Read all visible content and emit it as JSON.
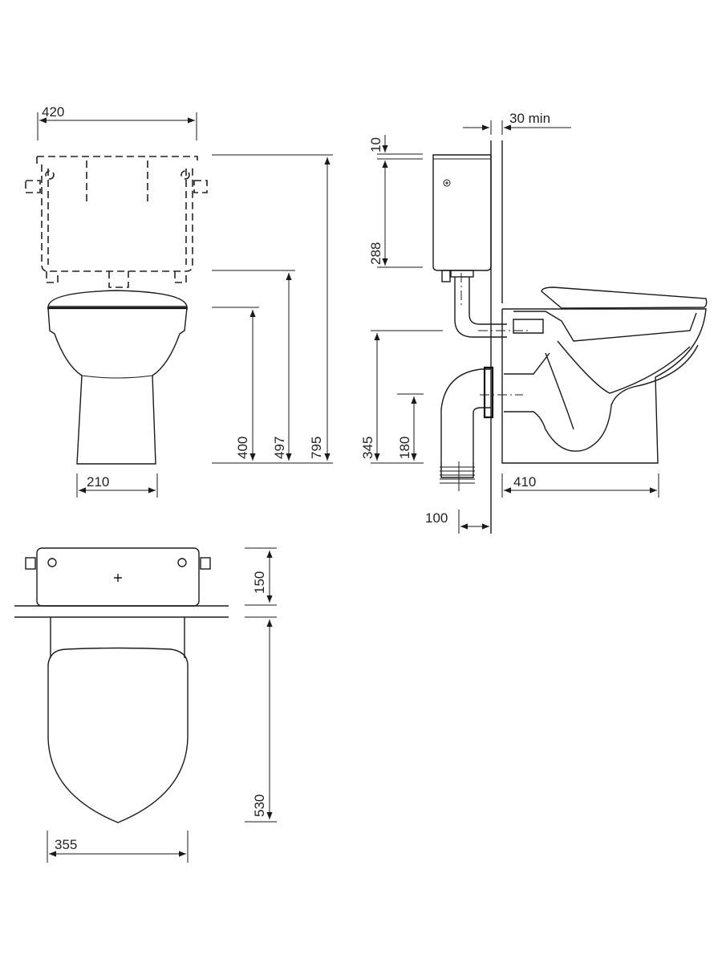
{
  "drawing": {
    "title": "Close-coupled toilet technical drawing",
    "views": [
      "front-view",
      "side-view",
      "top-view"
    ],
    "units": "mm",
    "line_color": "#1a1a1a",
    "background": "#ffffff"
  },
  "front_view": {
    "dimensions": {
      "cistern_width": "420",
      "pan_base_width": "210",
      "seat_height": "400",
      "cistern_bottom_height": "497",
      "overall_height": "795"
    }
  },
  "side_view": {
    "dimensions": {
      "wall_clearance": "30 min",
      "lid_thickness": "10",
      "cistern_height": "288",
      "inlet_height": "345",
      "outlet_height": "180",
      "pan_depth": "410",
      "outlet_offset": "100"
    }
  },
  "top_view": {
    "dimensions": {
      "cistern_depth": "150",
      "pan_projection": "530",
      "seat_width": "355"
    }
  }
}
